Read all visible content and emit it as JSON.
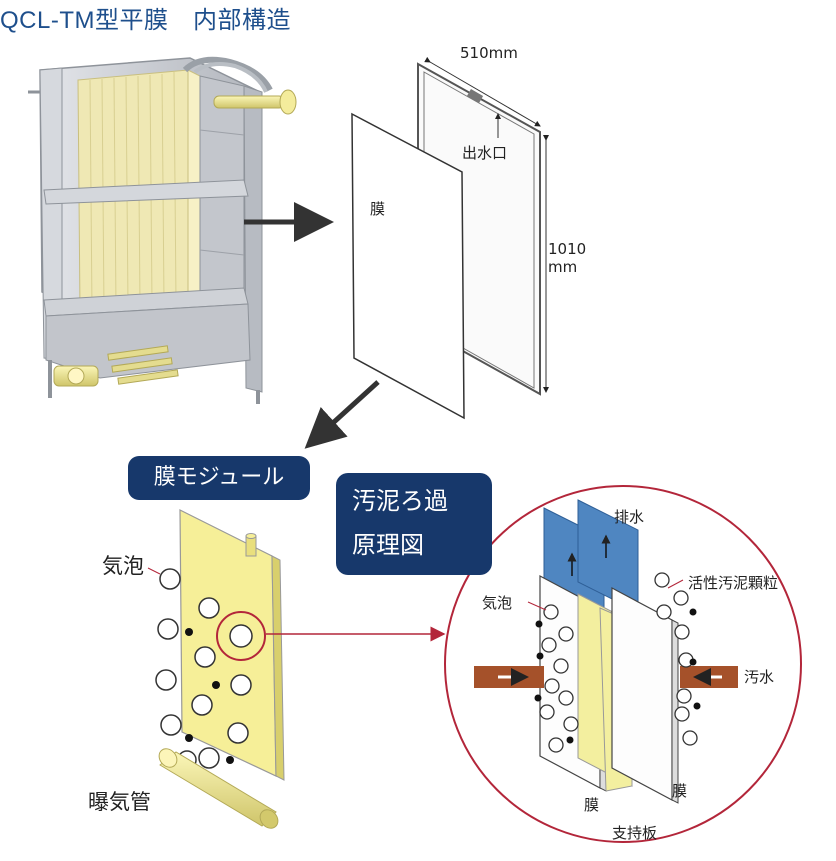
{
  "title": "QCL-TM型平膜　内部構造",
  "exploded": {
    "width_label": "510mm",
    "height_label_line1": "1010",
    "height_label_line2": "mm",
    "outlet_label": "出水口",
    "membrane_label": "膜"
  },
  "module": {
    "badge": "膜モジュール",
    "bubble_label": "気泡",
    "aeration_pipe_label": "曝気管"
  },
  "principle": {
    "badge_line1": "汚泥ろ過",
    "badge_line2": "原理図",
    "drain_label": "排水",
    "sludge_label": "活性汚泥顆粒",
    "bubble_label": "気泡",
    "wastewater_label": "汚水",
    "membrane_left_label": "膜",
    "membrane_right_label": "膜",
    "support_label": "支持板"
  },
  "colors": {
    "title": "#1e4f8c",
    "badge": "#17386b",
    "membrane_yellow": "#f3ef9f",
    "drain_blue": "#4f86c1",
    "arrow_brown": "#a5512a",
    "circle_red": "#b3263a"
  }
}
